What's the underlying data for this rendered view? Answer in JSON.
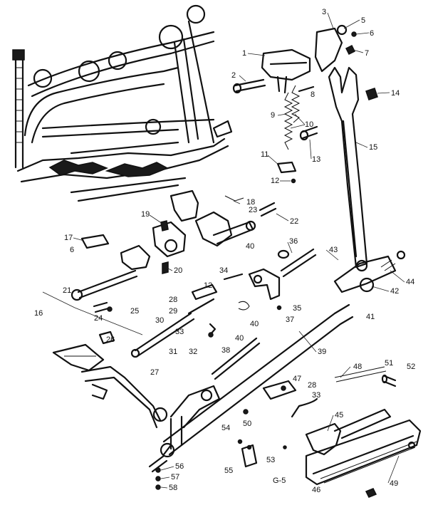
{
  "callouts": [
    "1",
    "2",
    "3",
    "5",
    "6",
    "7",
    "8",
    "9",
    "10",
    "11",
    "12",
    "13",
    "14",
    "15",
    "16",
    "17",
    "6",
    "18",
    "19",
    "20",
    "21",
    "22",
    "23",
    "24",
    "25",
    "26",
    "27",
    "28",
    "29",
    "30",
    "31",
    "32",
    "33",
    "34",
    "12",
    "35",
    "36",
    "37",
    "38",
    "39",
    "40",
    "40",
    "40",
    "41",
    "42",
    "43",
    "44",
    "45",
    "46",
    "47",
    "28",
    "33",
    "48",
    "49",
    "50",
    "51",
    "52",
    "53",
    "54",
    "55",
    "56",
    "57",
    "58"
  ],
  "figure_code": "G-5",
  "colors": {
    "ink": "#111111",
    "paper": "#ffffff"
  }
}
